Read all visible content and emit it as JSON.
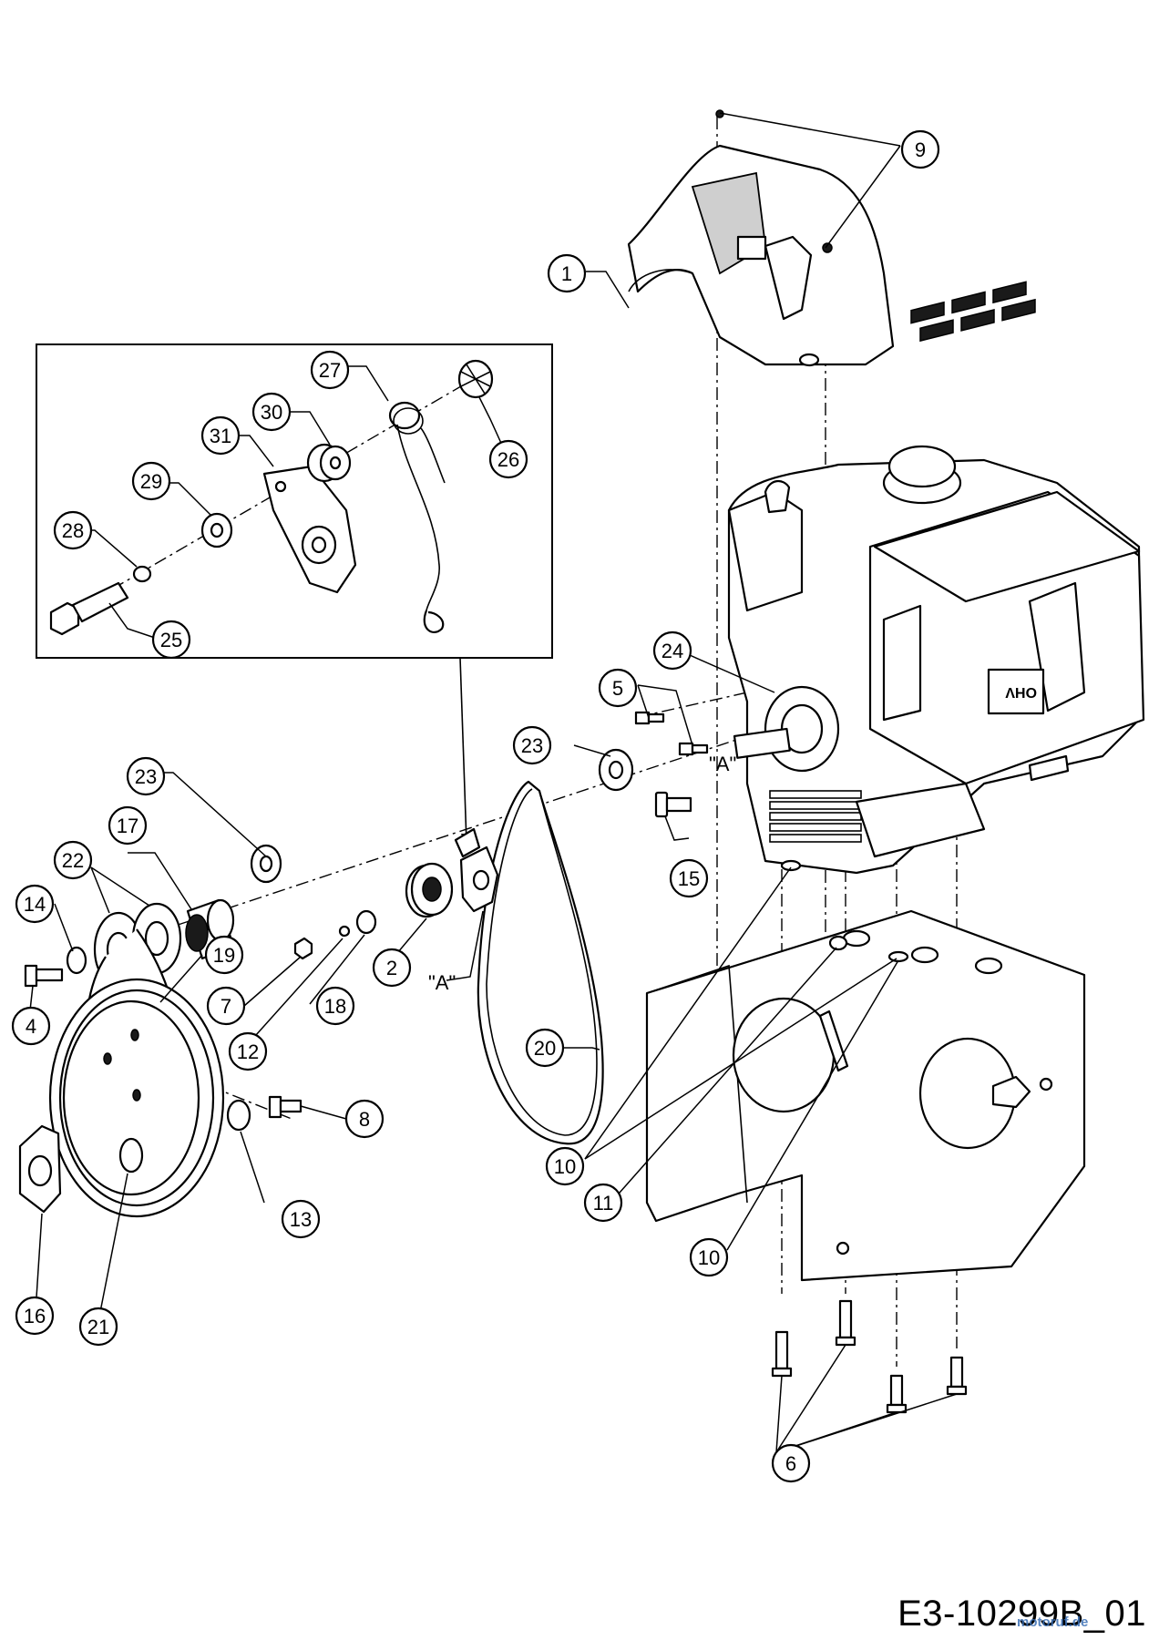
{
  "document_code": "E3-10299B_01",
  "watermark": "motoruf.de",
  "marker_labels": {
    "view_a": "\"A\""
  },
  "engine_mark": "OHV",
  "callouts": [
    "1",
    "2",
    "4",
    "5",
    "6",
    "7",
    "8",
    "9",
    "10",
    "10",
    "11",
    "12",
    "13",
    "14",
    "15",
    "16",
    "17",
    "18",
    "19",
    "20",
    "21",
    "22",
    "23",
    "23",
    "24",
    "25",
    "26",
    "27",
    "28",
    "29",
    "30",
    "31"
  ]
}
